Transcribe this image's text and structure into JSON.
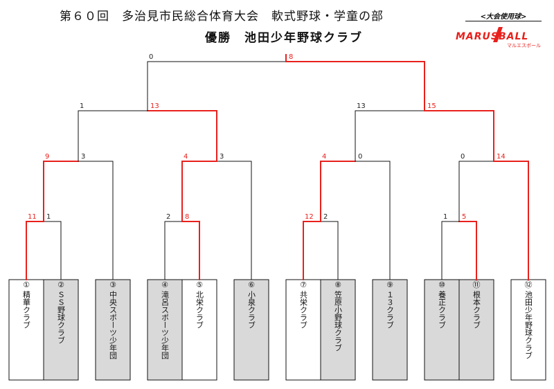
{
  "header": {
    "title": "第６０回　多治見市民総合体育大会　軟式野球・学童の部",
    "champion": "優勝　池田少年野球クラブ",
    "ball_caption": "<大会使用球>",
    "brand_name": "MARUSBALL",
    "brand_sub": "マルエスボール"
  },
  "colors": {
    "winner_line": "#e8201c",
    "loser_line": "#111111",
    "shaded_box": "#d9d9d9"
  },
  "teams": [
    {
      "seed": "①",
      "name": "精華クラブ",
      "shaded": false
    },
    {
      "seed": "②",
      "name": "ＳＳ野球クラブ",
      "shaded": true
    },
    {
      "seed": "③",
      "name": "中央スポーツ少年団",
      "shaded": true
    },
    {
      "seed": "④",
      "name": "滝呂スポーツ少年団",
      "shaded": true
    },
    {
      "seed": "⑤",
      "name": "北栄クラブ",
      "shaded": false
    },
    {
      "seed": "⑥",
      "name": "小泉クラブ",
      "shaded": true
    },
    {
      "seed": "⑦",
      "name": "共栄クラブ",
      "shaded": false
    },
    {
      "seed": "⑧",
      "name": "笠原小野球クラブ",
      "shaded": true
    },
    {
      "seed": "⑨",
      "name": "１３クラブ",
      "shaded": true
    },
    {
      "seed": "⑩",
      "name": "養正クラブ",
      "shaded": true
    },
    {
      "seed": "⑪",
      "name": "根本クラブ",
      "shaded": true
    },
    {
      "seed": "⑫",
      "name": "池田少年野球クラブ",
      "shaded": false
    }
  ],
  "matches": {
    "r1": [
      {
        "left_score": "11",
        "right_score": "1",
        "winner": "left"
      },
      {
        "left_score": "2",
        "right_score": "8",
        "winner": "right"
      },
      {
        "left_score": "12",
        "right_score": "2",
        "winner": "left"
      },
      {
        "left_score": "1",
        "right_score": "5",
        "winner": "right"
      }
    ],
    "r2": [
      {
        "left_score": "9",
        "right_score": "3",
        "winner": "left"
      },
      {
        "left_score": "4",
        "right_score": "3",
        "winner": "left"
      },
      {
        "left_score": "4",
        "right_score": "0",
        "winner": "left"
      },
      {
        "left_score": "0",
        "right_score": "14",
        "winner": "right"
      }
    ],
    "semi": [
      {
        "left_score": "1",
        "right_score": "13",
        "winner": "right"
      },
      {
        "left_score": "13",
        "right_score": "15",
        "winner": "right"
      }
    ],
    "final": {
      "left_score": "0",
      "right_score": "8",
      "winner": "right"
    }
  }
}
